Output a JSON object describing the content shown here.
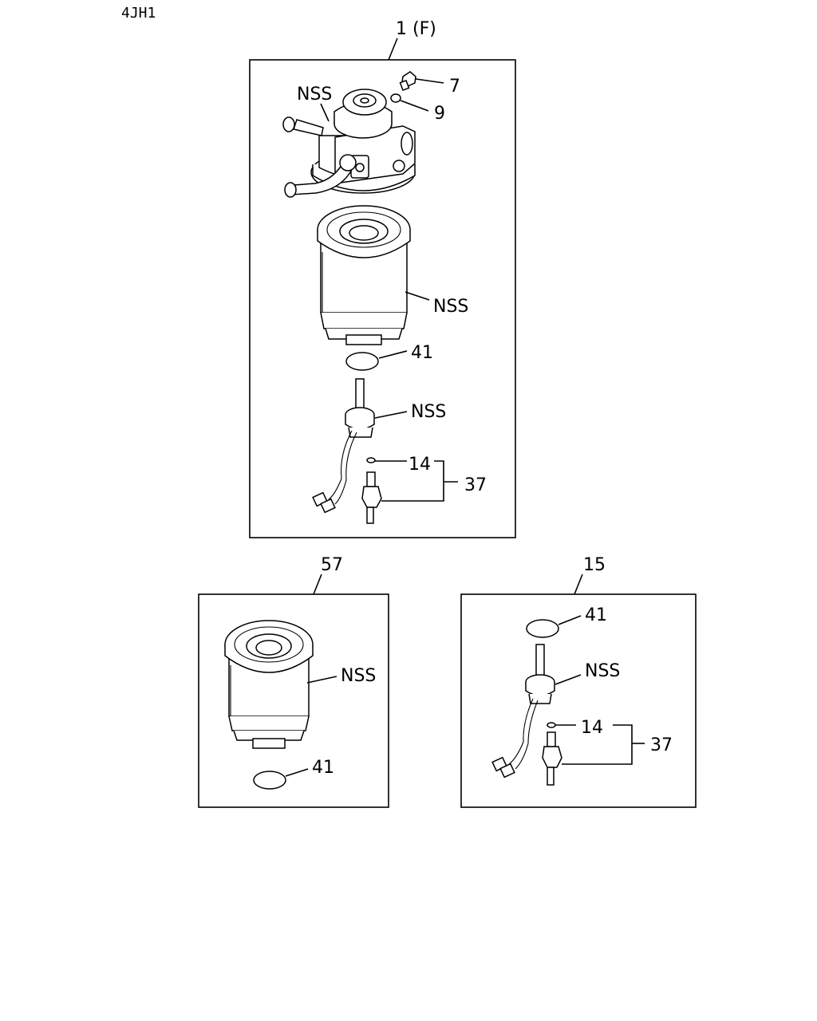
{
  "header": {
    "model_code": "4JH1"
  },
  "groups": {
    "main": {
      "ref": "1 (F)",
      "labels": {
        "head_nss": "NSS",
        "bolt": "7",
        "washer": "9",
        "element_nss": "NSS",
        "oring": "41",
        "sensor_nss": "NSS",
        "small_oring": "14",
        "sensor_kit": "37"
      }
    },
    "element_kit": {
      "ref": "57",
      "labels": {
        "element_nss": "NSS",
        "oring": "41"
      }
    },
    "sensor_kit": {
      "ref": "15",
      "labels": {
        "oring": "41",
        "sensor_nss": "NSS",
        "small_oring": "14",
        "kit": "37"
      }
    }
  }
}
